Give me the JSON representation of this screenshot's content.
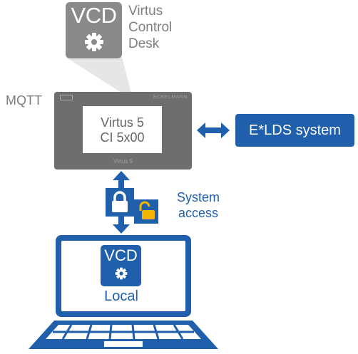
{
  "vcd_badge": {
    "label": "VCD"
  },
  "vcd_name": {
    "line1": "Virtus",
    "line2": "Control",
    "line3": "Desk"
  },
  "mqtt_label": "MQTT",
  "device": {
    "screen_line1": "Virtus 5",
    "screen_line2": "CI 5x00",
    "brand": "ECKELMANN",
    "model": "Virtus 5"
  },
  "elds_system": {
    "label": "E*LDS system"
  },
  "system_access": {
    "line1": "System",
    "line2": "access"
  },
  "laptop": {
    "badge_label": "VCD",
    "local_label": "Local"
  },
  "colors": {
    "accent_blue": "#1f5fab",
    "badge_gray": "#8a8a8a",
    "device_gray": "#6e6e6e",
    "lock_yellow": "#f2b400"
  },
  "icons": [
    "gear-icon",
    "double-arrow-icon",
    "padlock-closed-icon",
    "padlock-open-icon",
    "laptop-icon"
  ]
}
